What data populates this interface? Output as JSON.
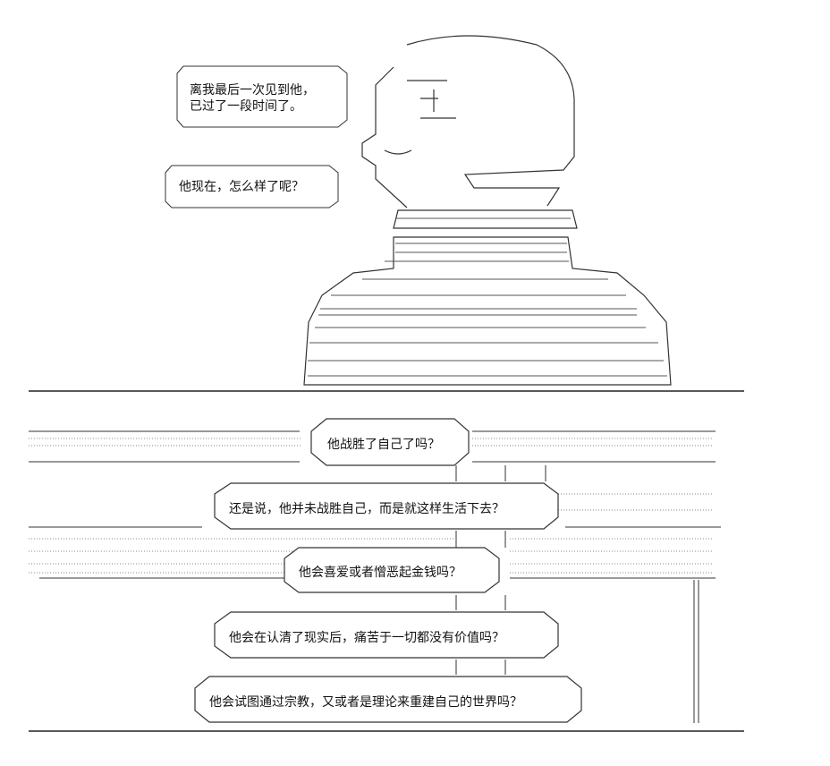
{
  "speech_top": {
    "line1": "离我最后一次见到他，",
    "line2": "已过了一段时间了。",
    "line3": "他现在，怎么样了呢？"
  },
  "questions": [
    "他战胜了自己了吗？",
    "还是说，他并未战胜自己，而是就这样生活下去？",
    "他会喜爱或者憎恶起金钱吗？",
    "他会在认清了现实后，痛苦于一切都没有价值吗？",
    "他会试图通过宗教，又或者是理论来重建自己的世界吗？"
  ]
}
